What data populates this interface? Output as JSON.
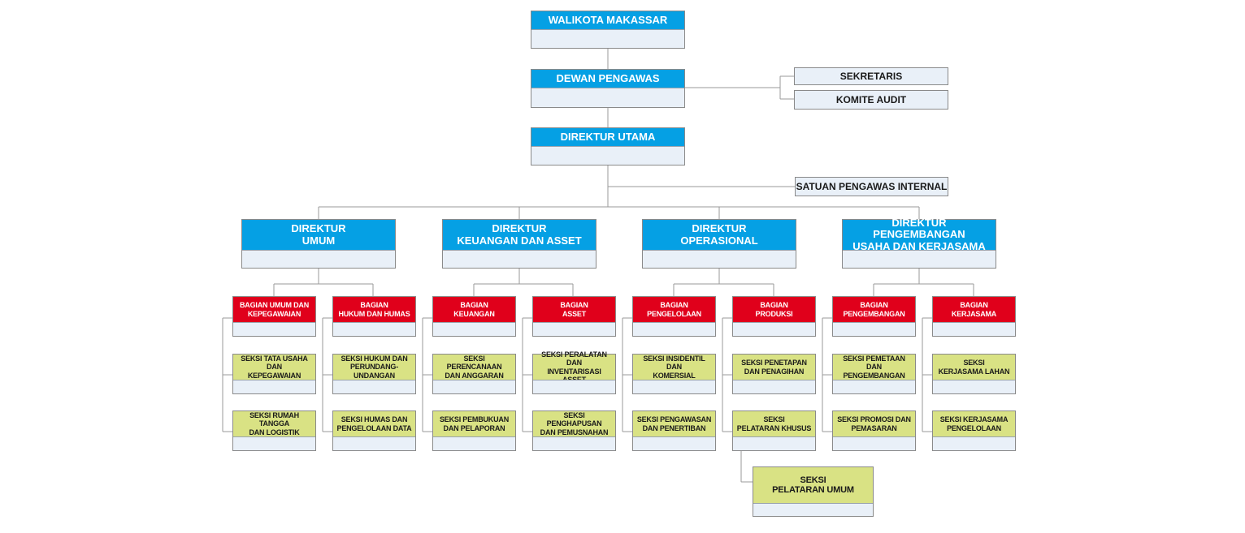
{
  "org": {
    "walikota": "WALIKOTA MAKASSAR",
    "dewan": "DEWAN PENGAWAS",
    "sekretaris": "SEKRETARIS",
    "komite": "KOMITE AUDIT",
    "direktur_utama": "DIREKTUR UTAMA",
    "spi": "SATUAN PENGAWAS INTERNAL",
    "directors": [
      {
        "label": "DIREKTUR\nUMUM"
      },
      {
        "label": "DIREKTUR\nKEUANGAN DAN ASSET"
      },
      {
        "label": "DIREKTUR\nOPERASIONAL"
      },
      {
        "label": "DIREKTUR PENGEMBANGAN\nUSAHA DAN KERJASAMA"
      }
    ],
    "bagian": [
      {
        "label": "BAGIAN UMUM DAN\nKEPEGAWAIAN",
        "seksi": [
          "SEKSI TATA USAHA DAN\nKEPEGAWAIAN",
          "SEKSI RUMAH TANGGA\nDAN LOGISTIK"
        ]
      },
      {
        "label": "BAGIAN\nHUKUM DAN HUMAS",
        "seksi": [
          "SEKSI HUKUM DAN\nPERUNDANG-UNDANGAN",
          "SEKSI HUMAS DAN\nPENGELOLAAN DATA"
        ]
      },
      {
        "label": "BAGIAN\nKEUANGAN",
        "seksi": [
          "SEKSI PERENCANAAN\nDAN ANGGARAN",
          "SEKSI PEMBUKUAN\nDAN PELAPORAN"
        ]
      },
      {
        "label": "BAGIAN\nASSET",
        "seksi": [
          "SEKSI PERALATAN DAN\nINVENTARISASI ASSET",
          "SEKSI PENGHAPUSAN\nDAN PEMUSNAHAN"
        ]
      },
      {
        "label": "BAGIAN\nPENGELOLAAN",
        "seksi": [
          "SEKSI INSIDENTIL DAN\nKOMERSIAL",
          "SEKSI PENGAWASAN\nDAN PENERTIBAN"
        ]
      },
      {
        "label": "BAGIAN\nPRODUKSI",
        "seksi": [
          "SEKSI PENETAPAN\nDAN PENAGIHAN",
          "SEKSI\nPELATARAN KHUSUS",
          "SEKSI\nPELATARAN UMUM"
        ]
      },
      {
        "label": "BAGIAN\nPENGEMBANGAN",
        "seksi": [
          "SEKSI PEMETAAN\nDAN PENGEMBANGAN",
          "SEKSI PROMOSI DAN\nPEMASARAN"
        ]
      },
      {
        "label": "BAGIAN\nKERJASAMA",
        "seksi": [
          "SEKSI\nKERJASAMA LAHAN",
          "SEKSI KERJASAMA\nPENGELOLAAN"
        ]
      }
    ]
  },
  "colors": {
    "top_header": "#05a0e4",
    "bagian_header": "#e0001b",
    "seksi_header": "#d9e284",
    "box_fill": "#e9f0f8",
    "connector": "#9a9a9a"
  }
}
